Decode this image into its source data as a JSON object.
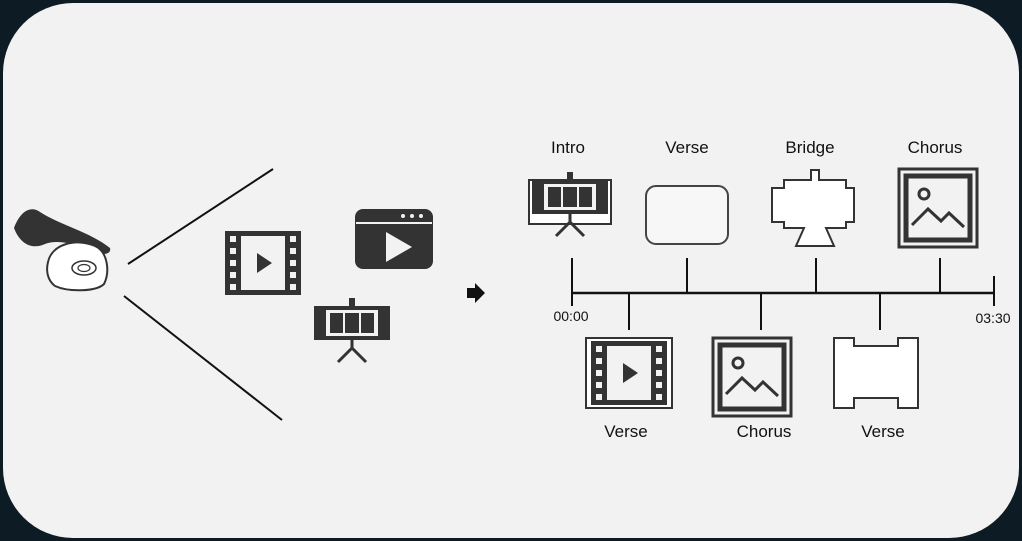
{
  "timeline": {
    "start_time": "00:00",
    "end_time": "03:30",
    "top_segments": [
      {
        "label": "Intro",
        "icon": "projector-screen-icon"
      },
      {
        "label": "Verse",
        "icon": "rounded-rectangle-icon"
      },
      {
        "label": "Bridge",
        "icon": "bridge-shape-icon"
      },
      {
        "label": "Chorus",
        "icon": "picture-frame-icon"
      }
    ],
    "bottom_segments": [
      {
        "label": "Verse",
        "icon": "film-strip-icon"
      },
      {
        "label": "Chorus",
        "icon": "picture-frame-icon"
      },
      {
        "label": "Verse",
        "icon": "notched-block-icon"
      }
    ]
  },
  "left_panel": {
    "icons": [
      "hand-mouse-icon",
      "film-strip-icon",
      "video-player-icon",
      "projector-screen-icon",
      "arrow-right-icon"
    ]
  },
  "colors": {
    "icon_dark": "#333333",
    "background": "#f2f2f2",
    "frame": "#0d1b24"
  }
}
